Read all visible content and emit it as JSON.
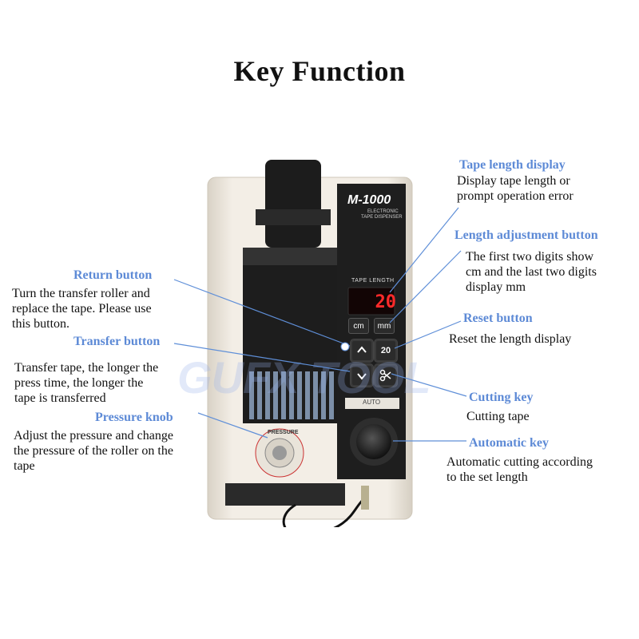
{
  "title": "Key Function",
  "device": {
    "brand": "M-1000",
    "subtitle_line1": "ELECTRONIC",
    "subtitle_line2": "TAPE DISPENSER",
    "panel_label": "TAPE LENGTH",
    "display_value": "20",
    "unit_left": "cm",
    "unit_right": "mm",
    "reset_key": "20",
    "auto_label": "AUTO",
    "knob_label": "PRESSURE",
    "watermark": "GUFX TOOL"
  },
  "annotations": {
    "tape_length_display": {
      "header": "Tape length display",
      "lines": [
        "Display tape length or",
        "prompt operation error"
      ]
    },
    "length_adjustment_button": {
      "header": "Length adjustment button",
      "lines": [
        "The first two digits show",
        "cm and the last two digits",
        "display mm"
      ]
    },
    "reset_button": {
      "header": "Reset button",
      "lines": [
        "Reset the length display"
      ]
    },
    "cutting_key": {
      "header": "Cutting key",
      "lines": [
        "Cutting tape"
      ]
    },
    "automatic_key": {
      "header": "Automatic key",
      "lines": [
        "Automatic cutting according",
        "to the set length"
      ]
    },
    "return_button": {
      "header": "Return button",
      "lines": [
        "Turn the transfer roller and",
        "replace the tape. Please use",
        "this button."
      ]
    },
    "transfer_button": {
      "header": "Transfer button",
      "lines": [
        "Transfer tape, the longer the",
        "press time, the longer the",
        "tape is transferred"
      ]
    },
    "pressure_knob": {
      "header": "Pressure knob",
      "lines": [
        "Adjust the pressure and change",
        "the pressure of the roller on the",
        "tape"
      ]
    }
  },
  "colors": {
    "header_blue": "#5d8ad6",
    "leader_line": "#5f8fd8",
    "display_red": "#ff2a2a",
    "panel_dark": "#1e1e1e",
    "body_cream": "#f1ece3"
  }
}
